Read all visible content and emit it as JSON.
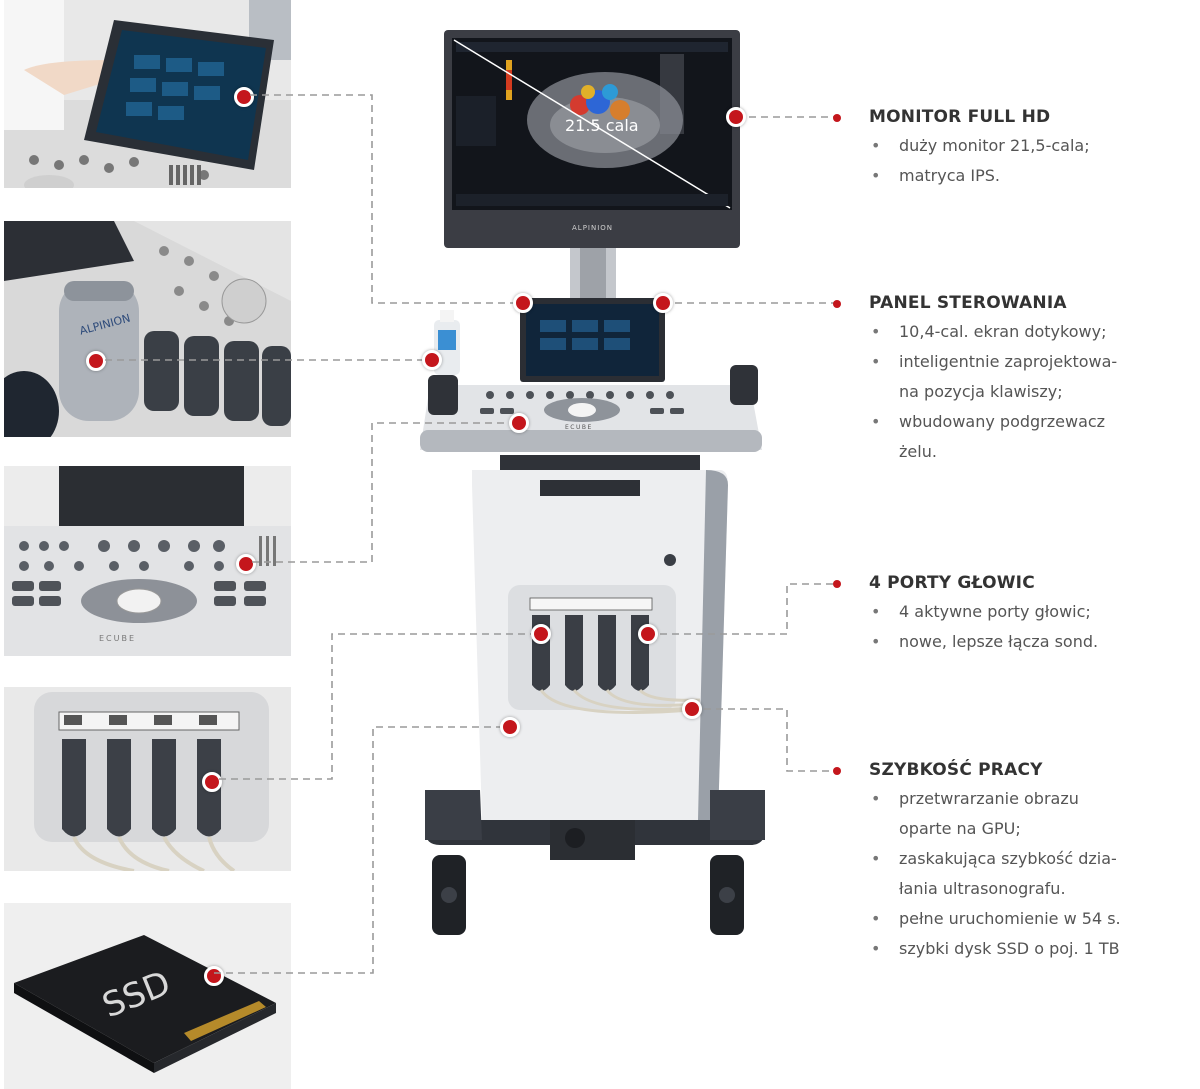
{
  "monitor_overlay": {
    "size_text": "21.5 cala",
    "brand": "ALPINION",
    "logo": "ECUBE"
  },
  "thumb_labels": {
    "ssd": "SSD",
    "probe_brand": "ALPINION",
    "panel_logo": "ECUBE"
  },
  "features": [
    {
      "title": "MONITOR FULL HD",
      "items": [
        "duży monitor 21,5-cala;",
        "matryca IPS."
      ]
    },
    {
      "title": "PANEL STEROWANIA",
      "items": [
        "10,4-cal. ekran dotykowy;",
        "inteligentnie zaprojektowa-",
        "na pozycja klawiszy;",
        "wbudowany podgrzewacz",
        "żelu."
      ]
    },
    {
      "title": "4 PORTY GŁOWIC",
      "items": [
        "4 aktywne porty głowic;",
        "nowe, lepsze łącza sond."
      ]
    },
    {
      "title": "SZYBKOŚĆ PRACY",
      "items": [
        "przetwrarzanie obrazu",
        "oparte na GPU;",
        "zaskakująca szybkość dzia-",
        "łania ultrasonografu.",
        "pełne uruchomienie w 54 s.",
        "szybki dysk SSD o poj. 1 TB"
      ]
    }
  ],
  "colors": {
    "accent": "#c4161c",
    "line": "#9a9a9a",
    "text": "#555555"
  }
}
